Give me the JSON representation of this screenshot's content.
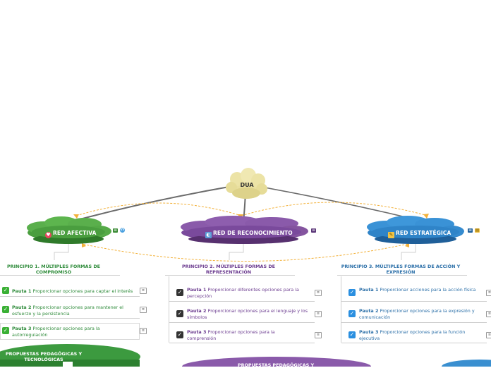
{
  "root": {
    "label": "DUA",
    "color": "#e9df9e"
  },
  "networks": [
    {
      "id": "afectiva",
      "label": "RED AFECTIVA",
      "icon": "heart-icon",
      "color": "#4a9e3f",
      "color_dark": "#2f7a2a"
    },
    {
      "id": "reconocimiento",
      "label": "RED DE RECONOCIMIENTO",
      "icon": "reconocimiento-icon",
      "color": "#7a4a9c",
      "color_dark": "#57306f"
    },
    {
      "id": "estrategica",
      "label": "RED ESTRATÉGICA",
      "icon": "edit-icon",
      "color": "#2f84c8",
      "color_dark": "#1f5f99"
    }
  ],
  "principles": [
    {
      "title": "PRINCIPIO 1. MÚLTIPLES FORMAS DE COMPROMISO",
      "color": "#2e8b3a",
      "check_color": "#3ab035",
      "pautas": [
        {
          "label": "Pauta 1",
          "text": "Proporcionar opciones para captar el interés"
        },
        {
          "label": "Pauta 2",
          "text": "Proporcionar opciones para mantener el esfuerzo y la persistencia"
        },
        {
          "label": "Pauta 3",
          "text": "Proporcionar opciones para la autorregulación"
        }
      ]
    },
    {
      "title": "PRINCIPIO 2. MÚLTIPLES FORMAS DE REPRESENTACIÓN",
      "color": "#6b3b8f",
      "check_color": "#333333",
      "pautas": [
        {
          "label": "Pauta 1",
          "text": "Proporcionar diferentes opciones para la percepción"
        },
        {
          "label": "Pauta 2",
          "text": "Proporcionar opciones para el lenguaje y los símbolos"
        },
        {
          "label": "Pauta 3",
          "text": "Proporcionar opciones para la comprensión"
        }
      ]
    },
    {
      "title": "PRINCIPIO 3. MÚLTIPLES FORMAS DE ACCIÓN Y EXPRESIÓN",
      "color": "#2b6fa8",
      "check_color": "#2a8fe0",
      "pautas": [
        {
          "label": "Pauta 1",
          "text": "Proporcionar acciones para la acción física"
        },
        {
          "label": "Pauta 2",
          "text": "Proporcionar opciones para la expresión y comunicación"
        },
        {
          "label": "Pauta 3",
          "text": "Proporcionar opciones para la función ejecutiva"
        }
      ]
    }
  ],
  "bottom_nodes": [
    {
      "label": "PROPUESTAS PEDAGÓGICAS Y TECNOLÓGICAS",
      "color": "#3c9a3f"
    },
    {
      "label": "PROPUESTAS PEDAGÓGICAS Y",
      "color": "#8a5aaa"
    },
    {
      "label": "",
      "color": "#3a8fd0"
    }
  ],
  "link_colors": {
    "main": "#6b6b6b",
    "dashed": "#f2b13a"
  }
}
